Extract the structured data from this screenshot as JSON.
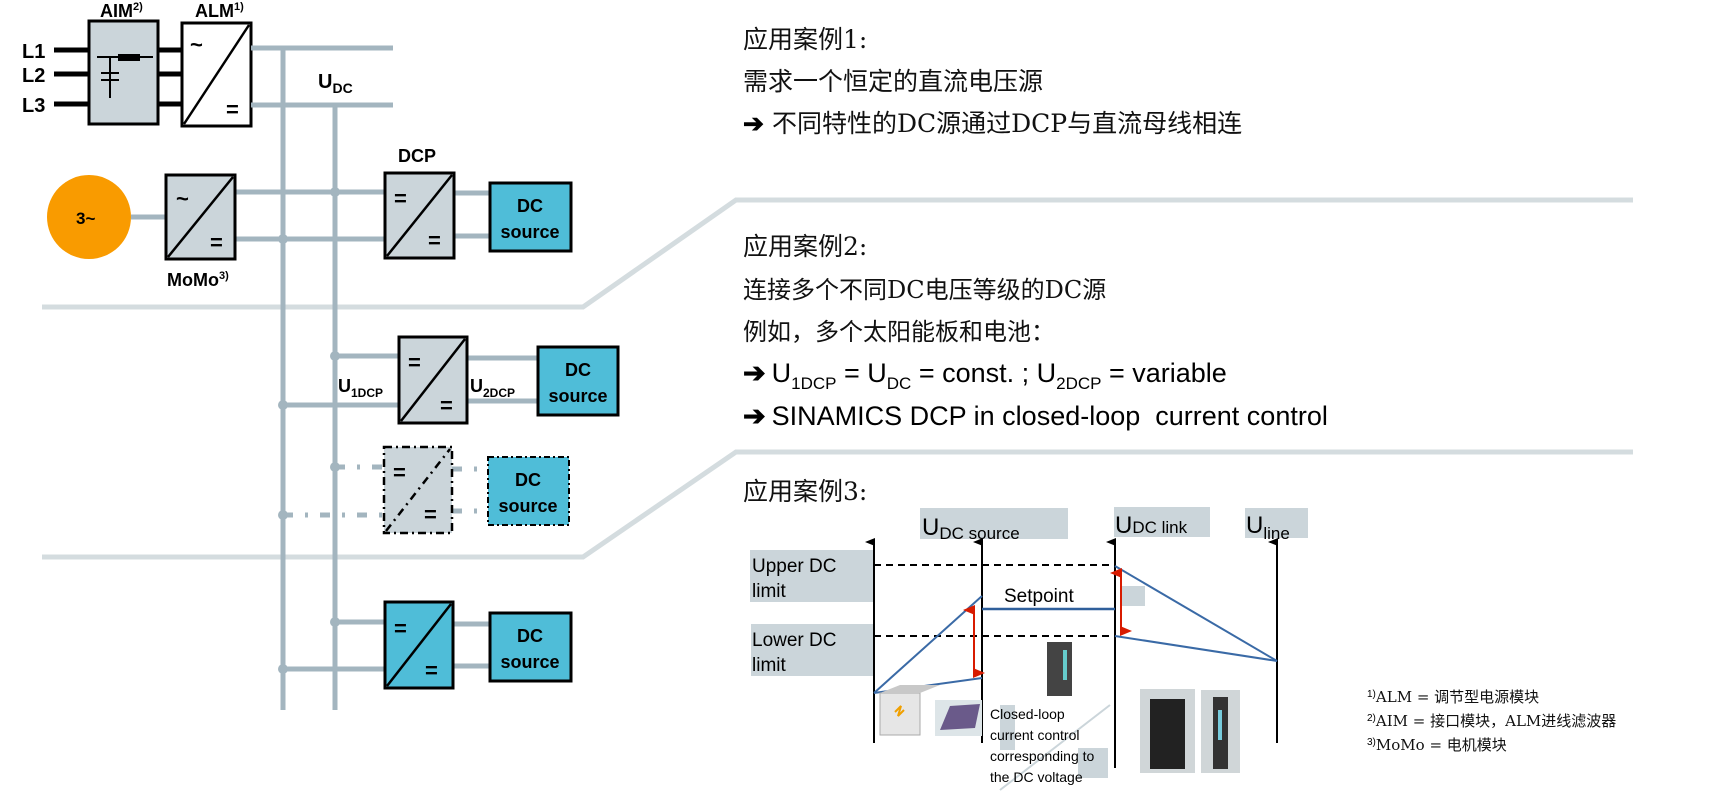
{
  "left_diagram": {
    "aim_label": "AIM",
    "aim_sup": "2)",
    "alm_label": "ALM",
    "alm_sup": "1)",
    "lines": [
      "L1",
      "L2",
      "L3"
    ],
    "udc_main": "U",
    "udc_sub": "DC",
    "motor_label": "3~",
    "momo_label": "MoMo",
    "momo_sup": "3)",
    "dcp_label": "DCP",
    "dc_source_line1": "DC",
    "dc_source_line2": "source",
    "u1dcp_main": "U",
    "u1dcp_sub": "1DCP",
    "u2dcp_main": "U",
    "u2dcp_sub": "2DCP",
    "ac_symbol": "~",
    "dc_symbol": "=",
    "colors": {
      "bus": "#a3b5bf",
      "converter": "#cbd5da",
      "dc_source": "#4fbdd8",
      "motor": "#f99b00"
    }
  },
  "case1": {
    "title": "应用案例1:",
    "line1": "需求一个恒定的直流电压源",
    "line2": "不同特性的DC源通过DCP与直流母线相连"
  },
  "case2": {
    "title": "应用案例2:",
    "line1": "连接多个不同DC电压等级的DC源",
    "line2": "例如，多个太阳能板和电池：",
    "eq": {
      "u1": "U",
      "u1_sub": "1DCP",
      "eq1": " = U",
      "udc_sub": "DC",
      "eq2": " = const. ; U",
      "u2_sub": "2DCP",
      "eq3": " = variable"
    },
    "line4": "SINAMICS DCP in closed-loop  current control"
  },
  "case3": {
    "title": "应用案例3:",
    "axis_dc_source": {
      "main": "U",
      "sub": "DC source"
    },
    "axis_dc_link": {
      "main": "U",
      "sub": "DC link"
    },
    "axis_line": {
      "main": "U",
      "sub": "line"
    },
    "upper_limit": [
      "Upper DC",
      "limit"
    ],
    "lower_limit": [
      "Lower DC",
      "limit"
    ],
    "setpoint": "Setpoint",
    "note": [
      "Closed-loop",
      "current control",
      "corresponding to",
      "the DC voltage"
    ]
  },
  "footnotes": [
    {
      "sup": "1)",
      "text": "ALM = 调节型电源模块"
    },
    {
      "sup": "2)",
      "text": "AIM = 接口模块，ALM进线滤波器"
    },
    {
      "sup": "3)",
      "text": "MoMo = 电机模块"
    }
  ],
  "arrow_icon": "➔"
}
